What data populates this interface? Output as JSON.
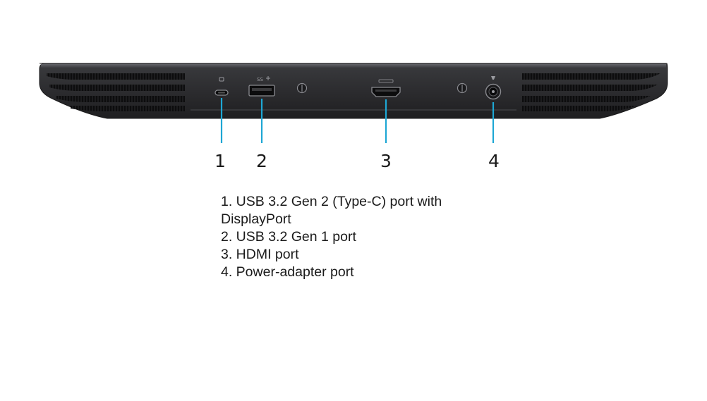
{
  "callouts": [
    {
      "number": "1",
      "label": "1. USB 3.2 Gen 2 (Type-C) port with DisplayPort"
    },
    {
      "number": "2",
      "label": "2. USB 3.2 Gen 1 port"
    },
    {
      "number": "3",
      "label": "3. HDMI port"
    },
    {
      "number": "4",
      "label": "4. Power-adapter port"
    }
  ],
  "colors": {
    "chassis": "#2a2a2c",
    "chassis_edge": "#5a5b5f",
    "leader_line": "#1ea7d4",
    "text": "#1a1a1a"
  },
  "icons": [
    "usb-c-port-icon",
    "usb-a-port-icon",
    "hdmi-port-icon",
    "power-adapter-port-icon",
    "screw-icon",
    "vent-grille-icon"
  ]
}
